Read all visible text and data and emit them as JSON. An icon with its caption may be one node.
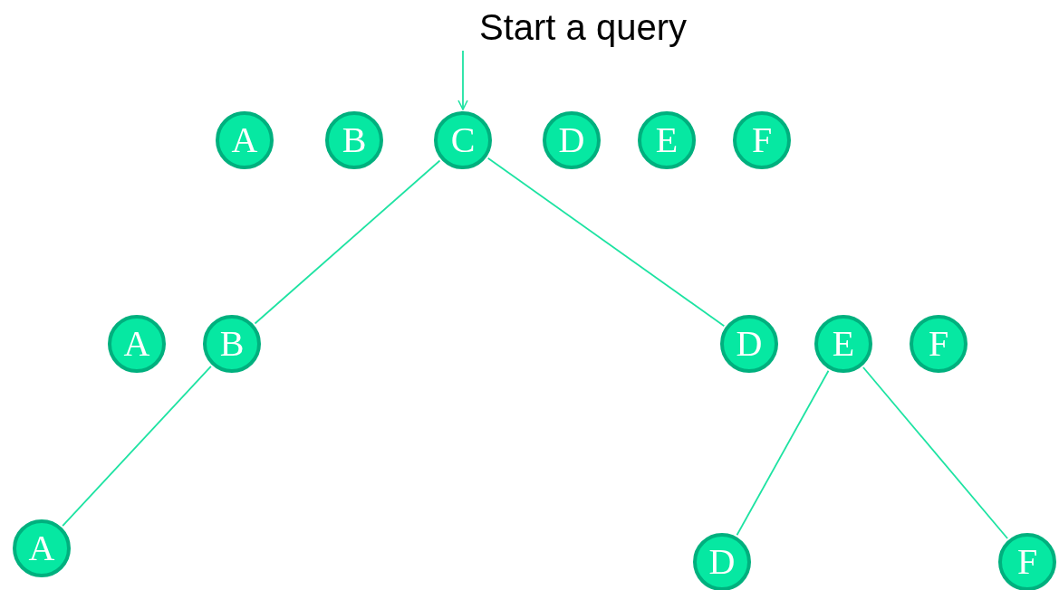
{
  "diagram": {
    "nodes": [
      {
        "text": [
          "Start a query"
        ]
      },
      {
        "text": [
          "A"
        ]
      },
      {
        "text": [
          "B"
        ]
      },
      {
        "text": [
          "C"
        ]
      },
      {
        "text": [
          "D"
        ]
      },
      {
        "text": [
          "E"
        ]
      },
      {
        "text": [
          "F"
        ]
      },
      {
        "text": [
          "A"
        ]
      },
      {
        "text": [
          "B"
        ]
      },
      {
        "text": [
          "D"
        ]
      },
      {
        "text": [
          "E"
        ]
      },
      {
        "text": [
          "F"
        ]
      },
      {
        "text": [
          "A"
        ]
      },
      {
        "text": [
          "D"
        ]
      },
      {
        "text": [
          "F"
        ]
      }
    ],
    "edges": [
      {
        "from": 0,
        "to": 3,
        "arrow": "to"
      },
      {
        "from": 3,
        "to": 8,
        "arrow": "none"
      },
      {
        "from": 3,
        "to": 9,
        "arrow": "none"
      },
      {
        "from": 8,
        "to": 12,
        "arrow": "none"
      },
      {
        "from": 10,
        "to": 13,
        "arrow": "none"
      },
      {
        "from": 10,
        "to": 14,
        "arrow": "none"
      }
    ]
  }
}
